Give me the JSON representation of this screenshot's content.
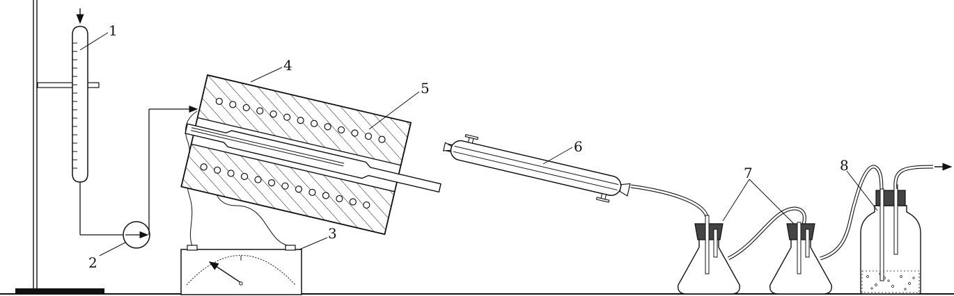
{
  "labels": {
    "burette": "1",
    "pump": "2",
    "controller": "3",
    "furnace": "4",
    "reactor_tube": "5",
    "condenser": "6",
    "receiving_flasks": "7",
    "wash_bottle": "8"
  },
  "colors": {
    "line": "#111111",
    "stopper": "#444444",
    "background": "#ffffff"
  }
}
